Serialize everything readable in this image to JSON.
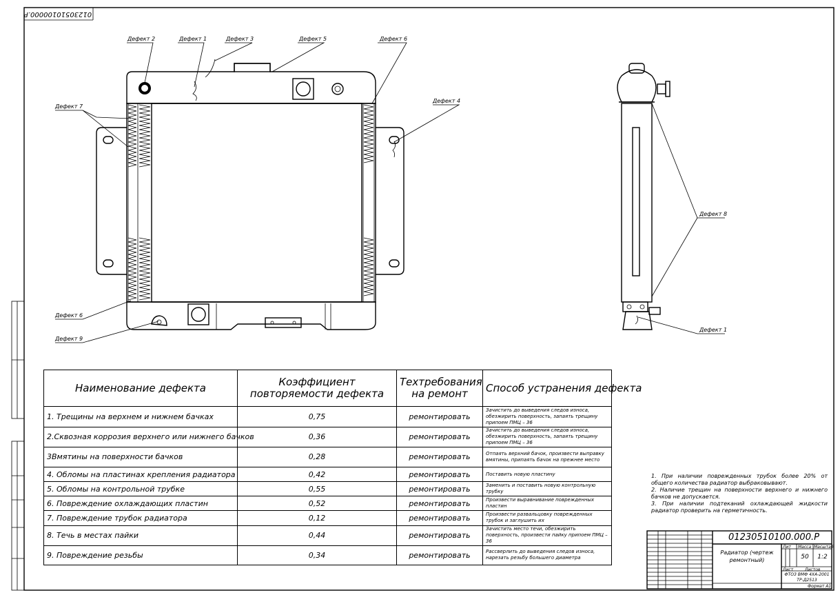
{
  "drawing_code": "01230510100000.P",
  "defect_labels": {
    "front": [
      "Дефект 2",
      "Дефект 1",
      "Дефект 3",
      "Дефект 5",
      "Дефект 6",
      "Дефект 7",
      "Дефект 4",
      "Дефект 6",
      "Дефект 9"
    ],
    "side": [
      "Дефект 8",
      "Дефект 1"
    ]
  },
  "table": {
    "headers": [
      "Наименование дефекта",
      "Коэффициент повторяемости дефекта",
      "Техтребования на ремонт",
      "Способ устранения дефекта"
    ],
    "rows": [
      {
        "name": "1. Трещины на верхнем и нижнем бачках",
        "coef": "0,75",
        "req": "ремонтировать",
        "method": "Зачистить до выведения следов износа, обезжирить поверхность, запаять трещину припоем ПМЦ – 36"
      },
      {
        "name": "2.Сквозная коррозия верхнего или нижнего бачков",
        "coef": "0,36",
        "req": "ремонтировать",
        "method": "Зачистить до выведения следов износа, обезжирить поверхность, запаять трещину припоем ПМЦ – 36"
      },
      {
        "name": "3Вмятины на поверхности бачков",
        "coef": "0,28",
        "req": "ремонтировать",
        "method": "Отпаять верхний бачок, произвести выправку вмятины, припаять бачок на прежнее место"
      },
      {
        "name": "4. Обломы на пластинах крепления радиатора",
        "coef": "0,42",
        "req": "ремонтировать",
        "method": "Поставить новую пластину"
      },
      {
        "name": "5. Обломы на контрольной трубке",
        "coef": "0,55",
        "req": "ремонтировать",
        "method": "Заменить и поставить новую контрольную трубку"
      },
      {
        "name": "6. Повреждение охлаждающих пластин",
        "coef": "0,52",
        "req": "ремонтировать",
        "method": "Произвести выравнивание поврежденных пластин"
      },
      {
        "name": "7. Повреждение трубок радиатора",
        "coef": "0,12",
        "req": "ремонтировать",
        "method": "Произвести развальцовку поврежденных трубок и заглушить их"
      },
      {
        "name": "8. Течь в местах пайки",
        "coef": "0,44",
        "req": "ремонтировать",
        "method": "Зачистить место течи, обезжирить поверхность, произвести пайку припоем ПМЦ – 36"
      },
      {
        "name": "9. Повреждение резьбы",
        "coef": "0,34",
        "req": "ремонтировать",
        "method": "Рассверлить до выведения следов износа, нарезать резьбу большего диаметра"
      }
    ]
  },
  "notes": [
    "1. При наличии поврежденных трубок более 20% от общего количества радиатор выбраковывают.",
    "2. Наличие трещин на поверхности верхнего и нижнего бачков не допускается.",
    "3. При наличии подтеканий охлаждающей жидкости радиатор проверить на герметичность."
  ],
  "title_block": {
    "code": "01230510100.000.P",
    "name": "Радиатор (чертеж ремонтный)",
    "col_lit": "Лит",
    "col_mass": "Масса",
    "col_scale": "Масштаб",
    "mass": "50",
    "scale": "1:2",
    "sheet_label": "Лист",
    "sheets_label": "Листов",
    "org": "ФТОЗ ВМФ 4ХА-2001 ТР-Д2513",
    "format": "Формат А1"
  }
}
